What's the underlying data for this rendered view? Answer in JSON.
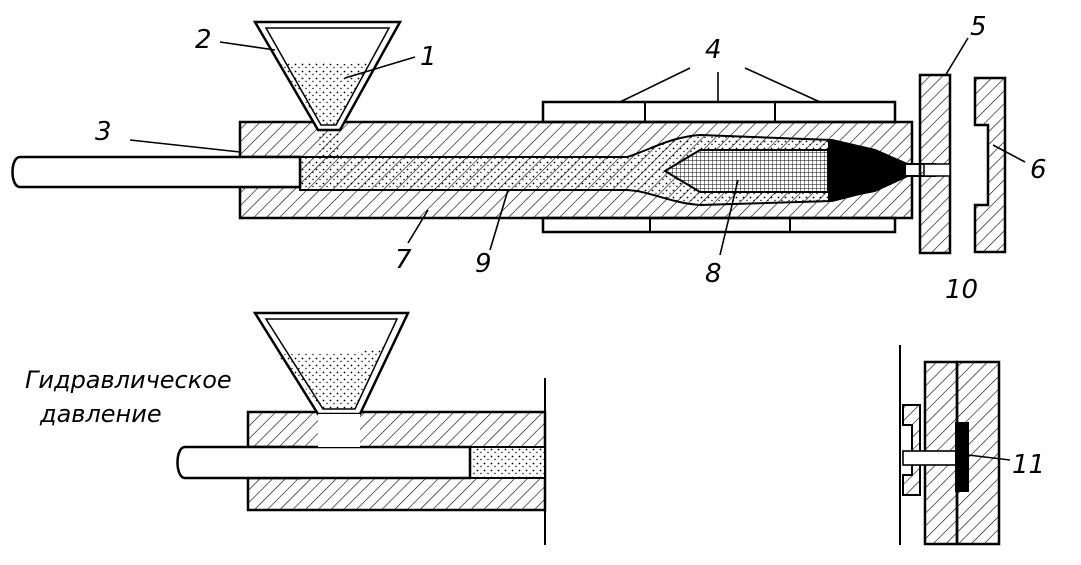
{
  "callouts": {
    "n1": "1",
    "n2": "2",
    "n3": "3",
    "n4": "4",
    "n5": "5",
    "n6": "6",
    "n7": "7",
    "n8": "8",
    "n9": "9",
    "n10": "10",
    "n11": "11"
  },
  "caption": {
    "line1": "Гидравлическое",
    "line2": "давление"
  }
}
